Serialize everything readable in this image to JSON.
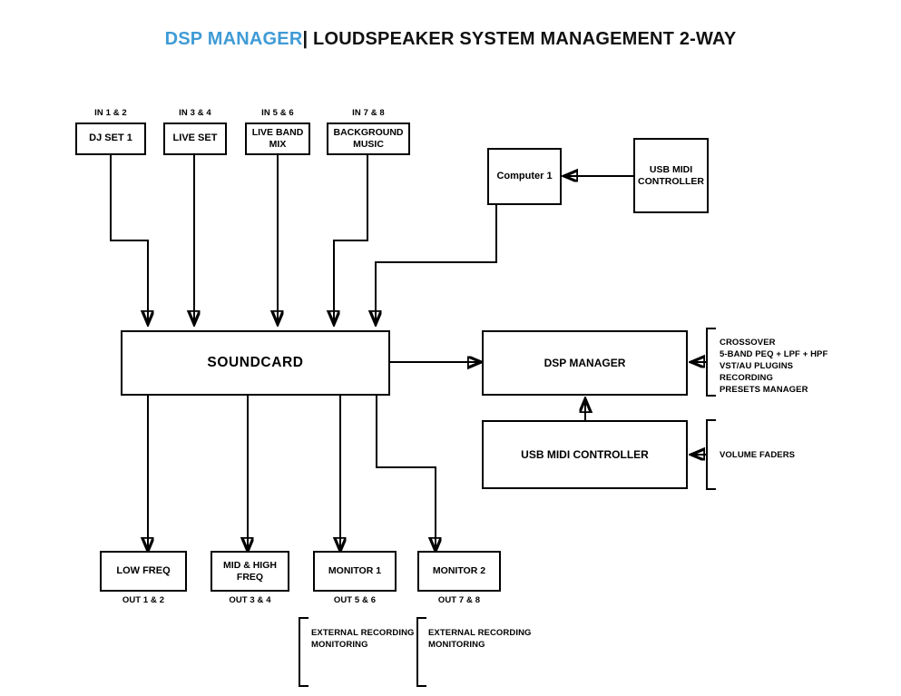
{
  "title": {
    "brand": "DSP MANAGER",
    "separator": "|",
    "rest": "LOUDSPEAKER SYSTEM MANAGEMENT 2-WAY",
    "brand_color": "#3f9bd6",
    "text_color": "#111111"
  },
  "inputs": [
    {
      "channel": "IN 1 & 2",
      "label": "DJ SET 1"
    },
    {
      "channel": "IN 3 & 4",
      "label": "LIVE SET"
    },
    {
      "channel": "IN 5 & 6",
      "label": "LIVE BAND\nMIX"
    },
    {
      "channel": "IN 7 & 8",
      "label": "BACKGROUND\nMUSIC"
    }
  ],
  "computer": {
    "label": "Computer 1"
  },
  "usb_midi_top": {
    "label": "USB MIDI\nCONTROLLER"
  },
  "soundcard": {
    "label": "SOUNDCARD"
  },
  "dsp_manager": {
    "label": "DSP MANAGER",
    "features": "CROSSOVER\n5-BAND PEQ + LPF + HPF\nVST/AU PLUGINS\nRECORDING\nPRESETS MANAGER"
  },
  "usb_midi_bottom": {
    "label": "USB MIDI CONTROLLER",
    "annotation": "VOLUME FADERS"
  },
  "outputs": [
    {
      "label": "LOW FREQ",
      "channel": "OUT 1 & 2"
    },
    {
      "label": "MID & HIGH\nFREQ",
      "channel": "OUT 3 & 4"
    },
    {
      "label": "MONITOR 1",
      "channel": "OUT 5 & 6"
    },
    {
      "label": "MONITOR 2",
      "channel": "OUT 7 & 8"
    }
  ],
  "external_notes": [
    {
      "text": "EXTERNAL RECORDING\nMONITORING"
    },
    {
      "text": "EXTERNAL RECORDING\nMONITORING"
    }
  ]
}
